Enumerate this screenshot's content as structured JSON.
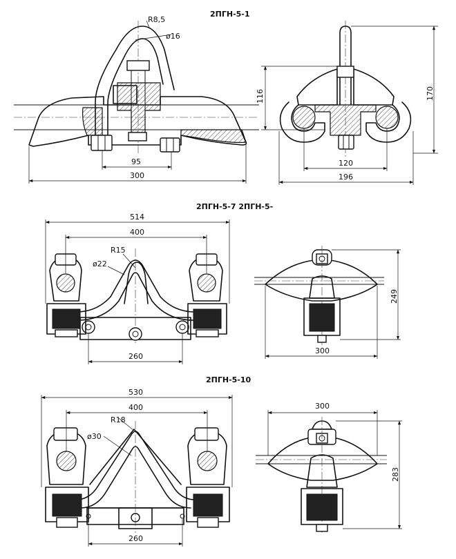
{
  "drawings": [
    {
      "title": "2ПГН-5-1",
      "front": {
        "r_label": "R8,5",
        "d_label": "ø16",
        "dim_inner": "95",
        "dim_total": "300"
      },
      "side": {
        "dim_h_small": "116",
        "dim_h_total": "170",
        "dim_inner": "120",
        "dim_total": "196"
      }
    },
    {
      "title": "2ПГН-5-7  2ПГН-5-",
      "front": {
        "dim_total": "514",
        "dim_inner": "400",
        "r_label": "R15",
        "d_label": "ø22",
        "dim_bottom": "260"
      },
      "side": {
        "dim_h": "249",
        "dim_w": "300"
      }
    },
    {
      "title": "2ПГН-5-10",
      "front": {
        "dim_total": "530",
        "dim_inner": "400",
        "r_label": "R18",
        "d_label": "ø30",
        "dim_bottom": "260"
      },
      "side": {
        "dim_w": "300",
        "dim_h": "283"
      }
    }
  ],
  "style": {
    "line_color": "#111111",
    "hatch_color": "#444444",
    "background": "#ffffff"
  }
}
